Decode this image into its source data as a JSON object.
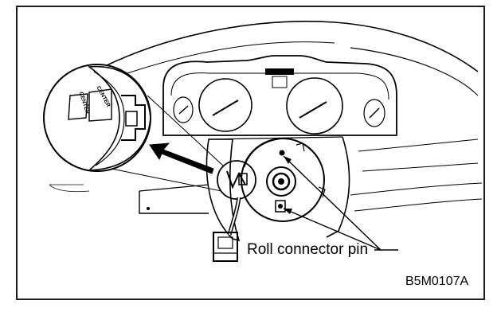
{
  "diagram": {
    "callout_label": "Roll connector pin",
    "figure_id": "B5M0107A",
    "mark_left": "CENTER",
    "mark_right": "CENTER"
  },
  "colors": {
    "line": "#000000",
    "background": "#ffffff"
  }
}
